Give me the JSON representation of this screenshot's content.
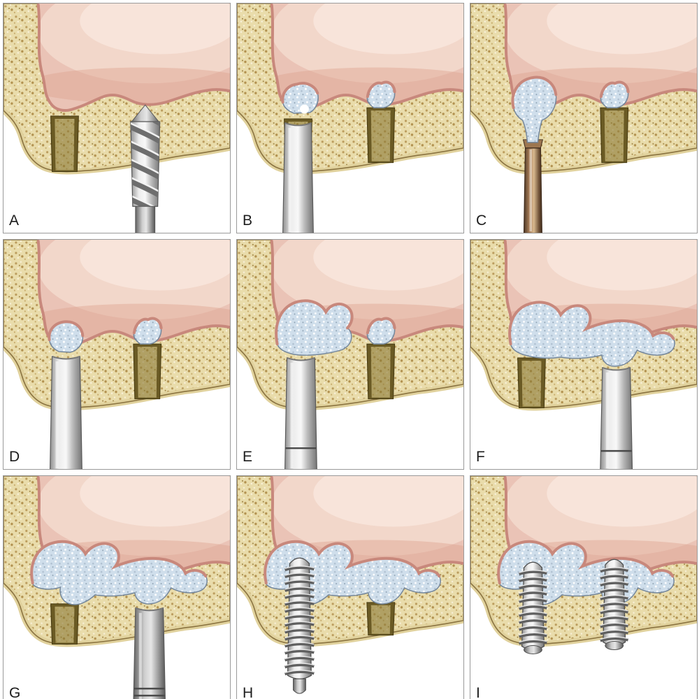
{
  "figure": {
    "panels": [
      {
        "label": "A"
      },
      {
        "label": "B"
      },
      {
        "label": "C"
      },
      {
        "label": "D"
      },
      {
        "label": "E"
      },
      {
        "label": "F"
      },
      {
        "label": "G"
      },
      {
        "label": "H"
      },
      {
        "label": "I"
      }
    ]
  },
  "colors": {
    "background": "#ffffff",
    "panel_border": "#9a9a9a",
    "bone": "#e9dcab",
    "bone_edge": "#8a7340",
    "bone_cortex": "#e0d19c",
    "sinus_pink": "#eac3b6",
    "sinus_light": "#f2d7ca",
    "membrane": "#c8887c",
    "socket_dark": "#6a5a24",
    "graft": "#cfdeeb",
    "graft_edge": "#74869a",
    "metal_mid": "#c9c9c9",
    "bronze": "#a87c54",
    "label_text": "#1c1c1c"
  }
}
